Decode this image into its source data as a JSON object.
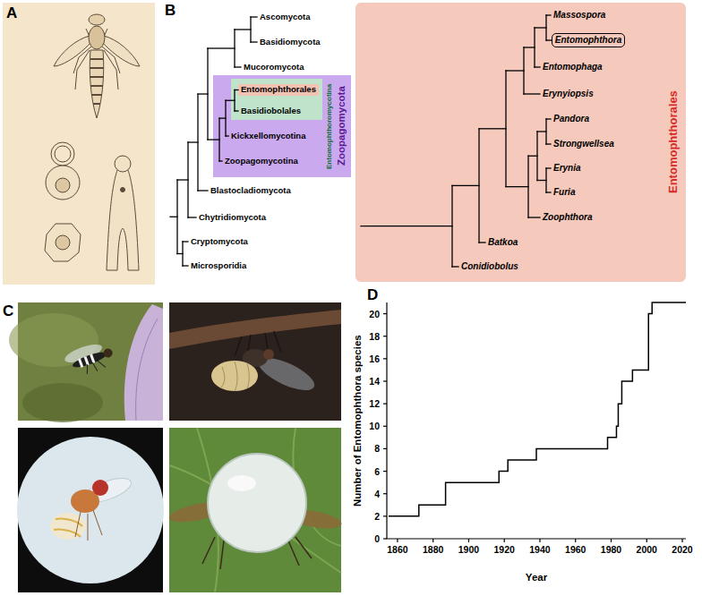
{
  "diagram": {
    "nodes": [
      {
        "text": [
          "Zoopagomycota"
        ]
      },
      {
        "text": [
          "Entomophthoromycotina"
        ],
        "in": 0
      },
      {
        "text": [
          "Entomophthorales"
        ],
        "in": 1
      },
      {
        "text": [
          "Entomophthorales"
        ]
      },
      {
        "text": [
          "Entomophthora"
        ],
        "in": 3
      }
    ],
    "labels": [
      "A",
      "B",
      "Ascomycota",
      "Basidiomycota",
      "Mucoromycota",
      "Basidiobolales",
      "Kickxellomycotina",
      "Zoopagomycotina",
      "Blastocladiomycota",
      "Chytridiomycota",
      "Cryptomycota",
      "Microsporidia",
      "Massospora",
      "Entomophaga",
      "Erynyiopsis",
      "Pandora",
      "Strongwellsea",
      "Erynia",
      "Furia",
      "Zoophthora",
      "Batkoa",
      "Conidiobolus",
      "C",
      "D",
      "Number of Entomophthora species",
      "Year",
      "0",
      "2",
      "4",
      "6",
      "8",
      "10",
      "12",
      "14",
      "16",
      "18",
      "20",
      "1860",
      "1880",
      "1900",
      "1920",
      "1940",
      "1960",
      "1980",
      "2000",
      "2020"
    ]
  }
}
